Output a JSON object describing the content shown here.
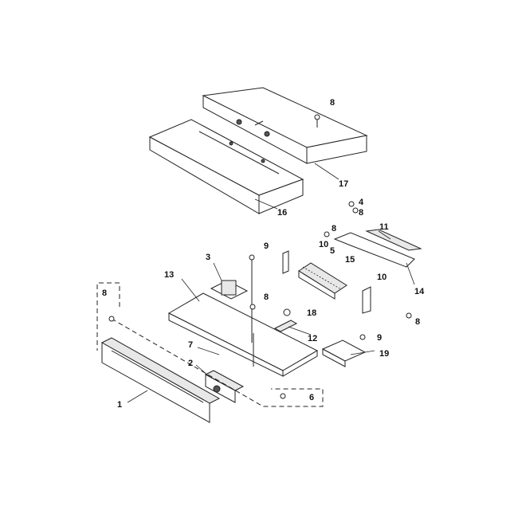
{
  "diagram": {
    "callouts": [
      "8",
      "17",
      "4",
      "8",
      "8",
      "11",
      "16",
      "9",
      "3",
      "10",
      "5",
      "15",
      "13",
      "10",
      "8",
      "8",
      "18",
      "12",
      "14",
      "8",
      "9",
      "19",
      "7",
      "2",
      "6",
      "1"
    ]
  }
}
